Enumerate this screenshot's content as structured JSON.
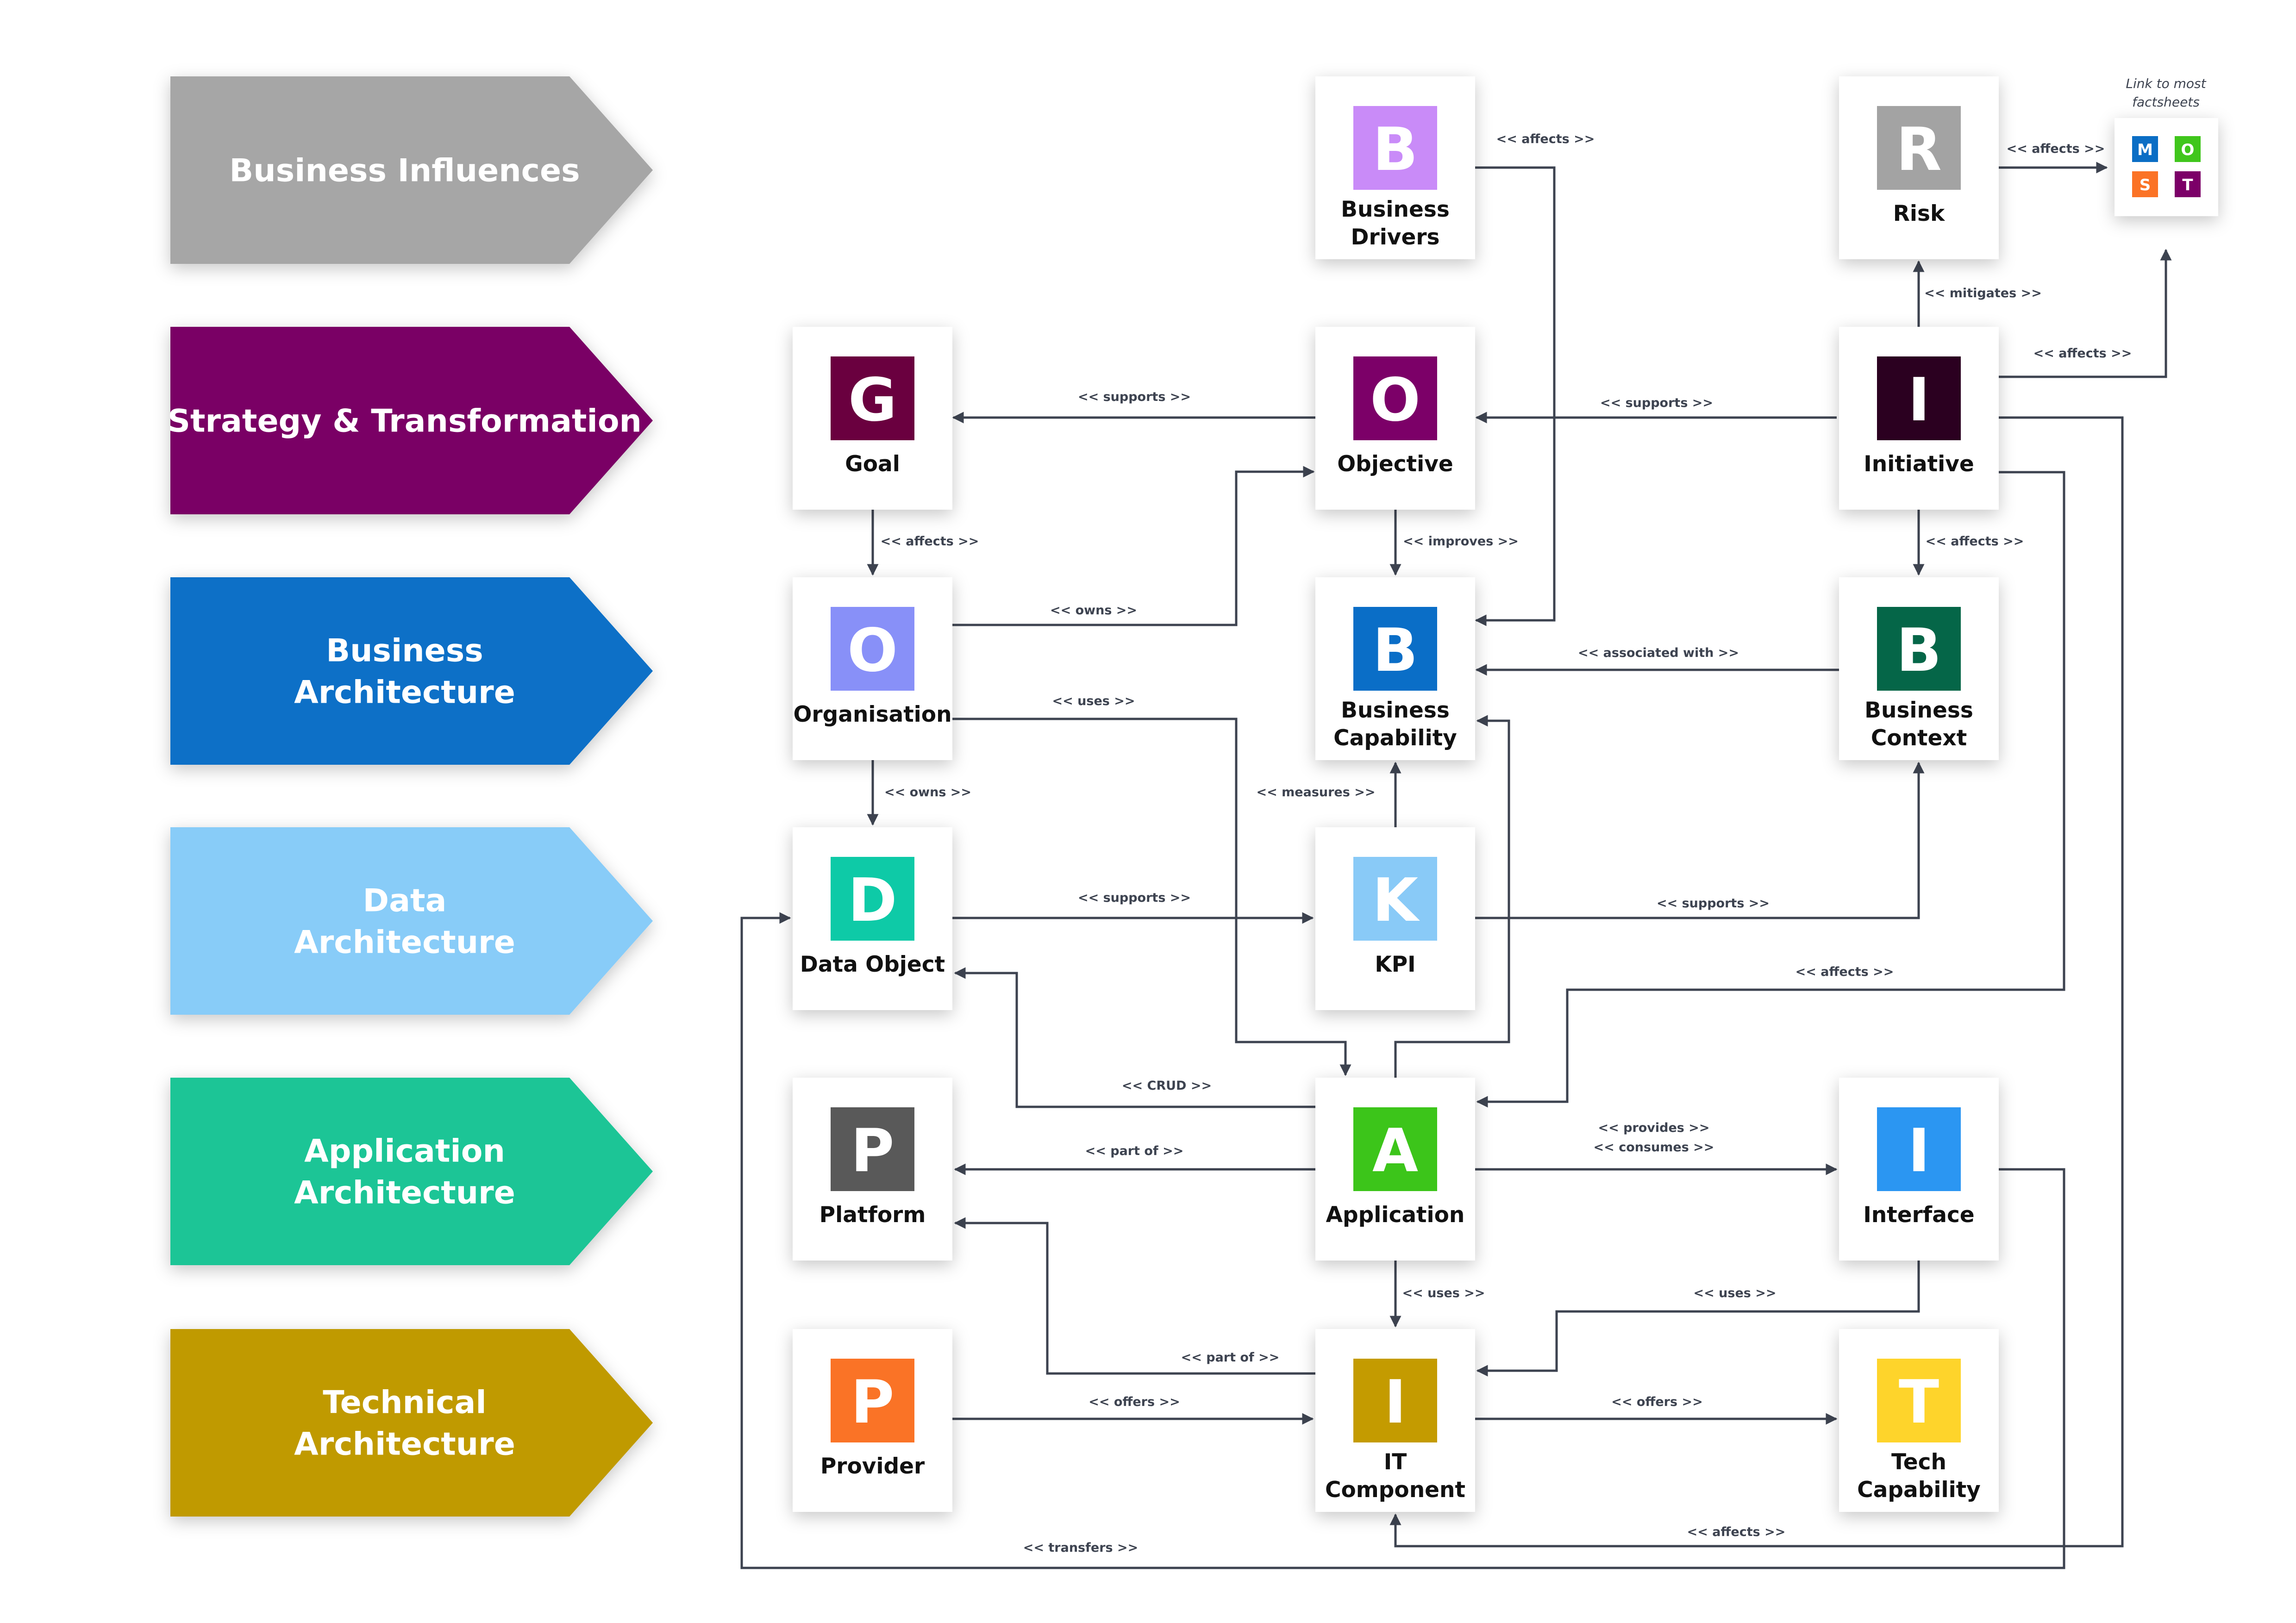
{
  "lanes": [
    {
      "label": [
        "Business Influences"
      ],
      "color": "#a6a6a6"
    },
    {
      "label": [
        "Strategy & Transformation"
      ],
      "color": "#7a0065"
    },
    {
      "label": [
        "Business",
        "Architecture"
      ],
      "color": "#0b70c7"
    },
    {
      "label": [
        "Data",
        "Architecture"
      ],
      "color": "#88ccf8"
    },
    {
      "label": [
        "Application",
        "Architecture"
      ],
      "color": "#1ec596"
    },
    {
      "label": [
        "Technical",
        "Architecture"
      ],
      "color": "#c09a00"
    }
  ],
  "factsheets": [
    {
      "id": "business-drivers",
      "letter": "B",
      "label": [
        "Business",
        "Drivers"
      ],
      "color": "#c98bf8"
    },
    {
      "id": "risk",
      "letter": "R",
      "label": [
        "Risk"
      ],
      "color": "#a3a3a3"
    },
    {
      "id": "goal",
      "letter": "G",
      "label": [
        "Goal"
      ],
      "color": "#6a003f"
    },
    {
      "id": "objective",
      "letter": "O",
      "label": [
        "Objective"
      ],
      "color": "#7c0068"
    },
    {
      "id": "initiative",
      "letter": "I",
      "label": [
        "Initiative"
      ],
      "color": "#2b0020"
    },
    {
      "id": "organisation",
      "letter": "O",
      "label": [
        "Organisation"
      ],
      "color": "#8890f8"
    },
    {
      "id": "business-capability",
      "letter": "B",
      "label": [
        "Business",
        "Capability"
      ],
      "color": "#0a6ec7"
    },
    {
      "id": "business-context",
      "letter": "B",
      "label": [
        "Business",
        "Context"
      ],
      "color": "#056648"
    },
    {
      "id": "data-object",
      "letter": "D",
      "label": [
        "Data Object"
      ],
      "color": "#0ecaa7"
    },
    {
      "id": "kpi",
      "letter": "K",
      "label": [
        "KPI"
      ],
      "color": "#89caf7"
    },
    {
      "id": "platform",
      "letter": "P",
      "label": [
        "Platform"
      ],
      "color": "#595959"
    },
    {
      "id": "application",
      "letter": "A",
      "label": [
        "Application"
      ],
      "color": "#3cc51a"
    },
    {
      "id": "interface",
      "letter": "I",
      "label": [
        "Interface"
      ],
      "color": "#2b96f2"
    },
    {
      "id": "provider",
      "letter": "P",
      "label": [
        "Provider"
      ],
      "color": "#fa7326"
    },
    {
      "id": "it-component",
      "letter": "I",
      "label": [
        "IT",
        "Component"
      ],
      "color": "#c49b00"
    },
    {
      "id": "tech-capability",
      "letter": "T",
      "label": [
        "Tech",
        "Capability"
      ],
      "color": "#fed42b"
    }
  ],
  "link_box": {
    "note": [
      "Link to most",
      "factsheets"
    ],
    "letters": [
      {
        "letter": "M",
        "color": "#0b6ec5"
      },
      {
        "letter": "O",
        "color": "#40c61c"
      },
      {
        "letter": "S",
        "color": "#fb7326"
      },
      {
        "letter": "T",
        "color": "#7c0068"
      }
    ]
  },
  "relations": [
    {
      "from": "business-drivers",
      "to": "business-capability",
      "label": "<< affects >>"
    },
    {
      "from": "risk",
      "to": "link-box",
      "label": "<< affects >>"
    },
    {
      "from": "initiative",
      "to": "risk",
      "label": "<< mitigates >>"
    },
    {
      "from": "initiative",
      "to": "link-box",
      "label": "<< affects >>"
    },
    {
      "from": "objective",
      "to": "goal",
      "label": "<< supports >>"
    },
    {
      "from": "initiative",
      "to": "objective",
      "label": "<< supports >>"
    },
    {
      "from": "goal",
      "to": "organisation",
      "label": "<< affects >>"
    },
    {
      "from": "objective",
      "to": "business-capability",
      "label": "<< improves >>"
    },
    {
      "from": "initiative",
      "to": "business-context",
      "label": "<< affects >>"
    },
    {
      "from": "organisation",
      "to": "objective",
      "label": "<< owns >>"
    },
    {
      "from": "business-context",
      "to": "business-capability",
      "label": "<< associated with >>"
    },
    {
      "from": "organisation",
      "to": "application",
      "label": "<< uses >>"
    },
    {
      "from": "organisation",
      "to": "data-object",
      "label": "<< owns >>"
    },
    {
      "from": "kpi",
      "to": "business-capability",
      "label": "<< measures >>"
    },
    {
      "from": "data-object",
      "to": "kpi",
      "label": "<< supports >>"
    },
    {
      "from": "kpi",
      "to": "business-context",
      "label": "<< supports >>"
    },
    {
      "from": "initiative",
      "to": "application",
      "label": "<< affects >>"
    },
    {
      "from": "application",
      "to": "data-object",
      "label": "<< CRUD >>"
    },
    {
      "from": "application",
      "to": "platform",
      "label": "<< part of >>"
    },
    {
      "from": "application",
      "to": "interface",
      "label": [
        "<< provides >>",
        "<< consumes >>"
      ]
    },
    {
      "from": "application",
      "to": "business-capability",
      "label": ""
    },
    {
      "from": "application",
      "to": "it-component",
      "label": "<< uses >>"
    },
    {
      "from": "interface",
      "to": "it-component",
      "label": "<< uses >>"
    },
    {
      "from": "it-component",
      "to": "platform",
      "label": "<< part of >>"
    },
    {
      "from": "provider",
      "to": "it-component",
      "label": "<< offers >>"
    },
    {
      "from": "it-component",
      "to": "tech-capability",
      "label": "<< offers >>"
    },
    {
      "from": "initiative",
      "to": "it-component",
      "label": "<< affects >>"
    },
    {
      "from": "interface",
      "to": "data-object",
      "label": "<< transfers >>"
    }
  ]
}
